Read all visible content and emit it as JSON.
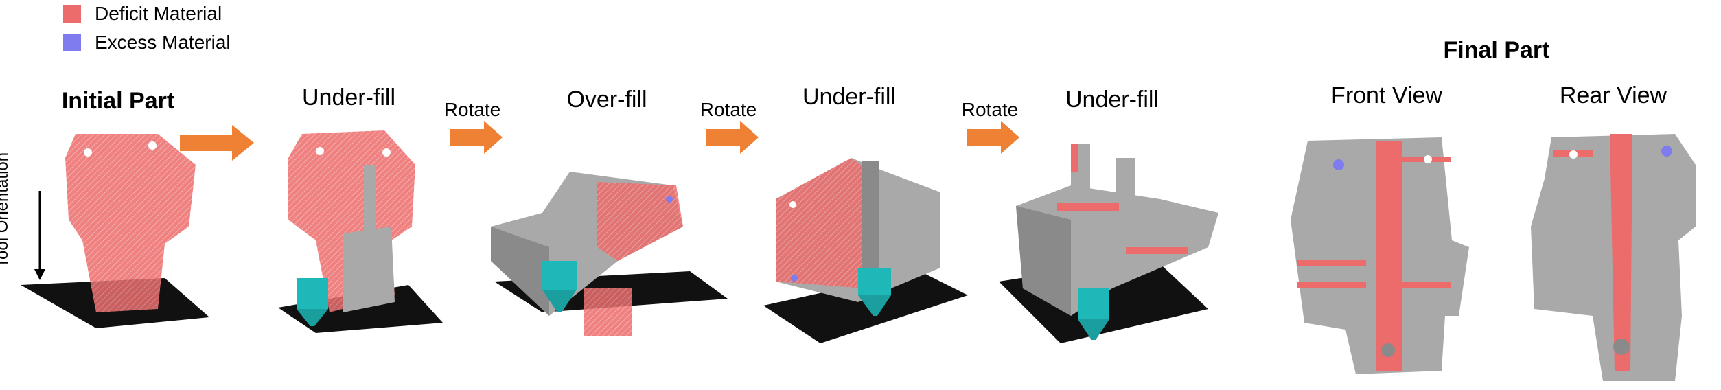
{
  "legend": {
    "items": [
      {
        "label": "Deficit Material",
        "color": "#ec6b6b"
      },
      {
        "label": "Excess Material",
        "color": "#7f7cf0"
      }
    ]
  },
  "axis": {
    "label": "Tool Orientation"
  },
  "stages": [
    {
      "label": "Initial Part"
    },
    {
      "label": "Under-fill"
    },
    {
      "label": "Over-fill"
    },
    {
      "label": "Under-fill"
    },
    {
      "label": "Under-fill"
    }
  ],
  "rotate_label": "Rotate",
  "final": {
    "title": "Final Part",
    "views": [
      {
        "label": "Front View"
      },
      {
        "label": "Rear View"
      }
    ]
  },
  "colors": {
    "deficit": "#ec6b6b",
    "excess": "#7f7cf0",
    "material": "#a9a9a9",
    "material_dark": "#8a8a8a",
    "tool": "#1fb8b8",
    "arrow": "#ee8133",
    "platform": "#111111"
  },
  "icons": [
    "right-arrow-icon",
    "down-arrow-icon",
    "nozzle-icon"
  ]
}
